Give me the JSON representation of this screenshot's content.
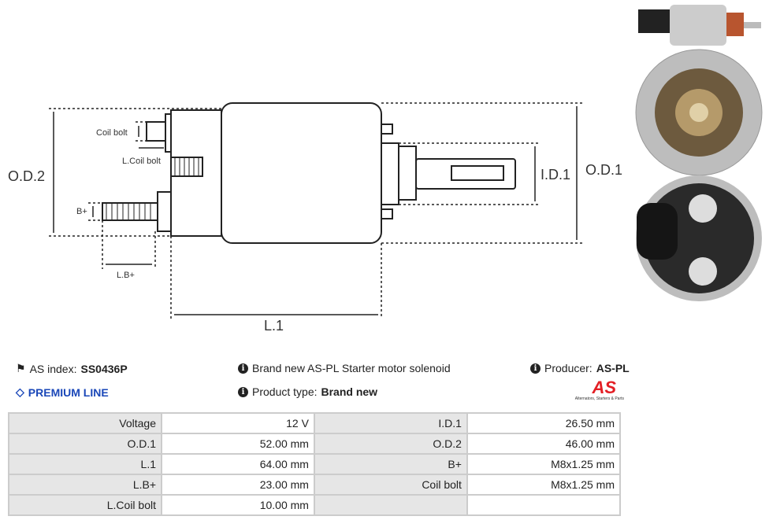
{
  "diagram": {
    "labels": {
      "od2": "O.D.2",
      "od1": "O.D.1",
      "id1": "I.D.1",
      "l1": "L.1",
      "coil_bolt": "Coil bolt",
      "l_coil_bolt": "L.Coil bolt",
      "b_plus": "B+",
      "l_b_plus": "L.B+"
    }
  },
  "info": {
    "as_index_label": "AS index:",
    "as_index_value": "SS0436P",
    "premium": "PREMIUM LINE",
    "description": "Brand new AS-PL Starter motor solenoid",
    "product_type_label": "Product type:",
    "product_type_value": "Brand new",
    "producer_label": "Producer:",
    "producer_value": "AS-PL",
    "logo_text": "AS",
    "logo_tagline": "Alternators, Starters & Parts",
    "premium_color": "#1a47b8",
    "logo_color": "#e31e24"
  },
  "specs": [
    [
      {
        "k": "Voltage",
        "v": "12 V"
      },
      {
        "k": "I.D.1",
        "v": "26.50 mm"
      }
    ],
    [
      {
        "k": "O.D.1",
        "v": "52.00 mm"
      },
      {
        "k": "O.D.2",
        "v": "46.00 mm"
      }
    ],
    [
      {
        "k": "L.1",
        "v": "64.00 mm"
      },
      {
        "k": "B+",
        "v": "M8x1.25 mm"
      }
    ],
    [
      {
        "k": "L.B+",
        "v": "23.00 mm"
      },
      {
        "k": "Coil bolt",
        "v": "M8x1.25 mm"
      }
    ],
    [
      {
        "k": "L.Coil bolt",
        "v": "10.00 mm"
      },
      {
        "k": "",
        "v": ""
      }
    ]
  ]
}
